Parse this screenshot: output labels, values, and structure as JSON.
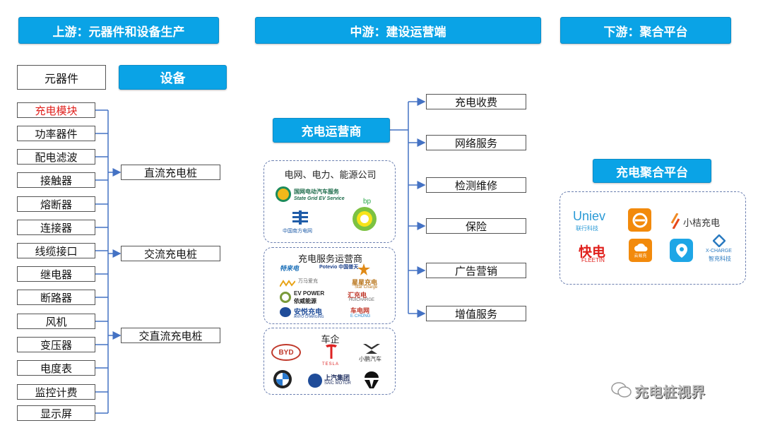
{
  "headers": {
    "upstream": "上游：元器件和设备生产",
    "midstream": "中游：建设运营端",
    "downstream": "下游：聚合平台"
  },
  "upstream": {
    "components_label": "元器件",
    "equipment_label": "设备",
    "components": [
      "充电模块",
      "功率器件",
      "配电滤波",
      "接触器",
      "熔断器",
      "连接器",
      "线缆接口",
      "继电器",
      "断路器",
      "风机",
      "变压器",
      "电度表",
      "监控计费",
      "显示屏"
    ],
    "highlight_color": "#e0201c",
    "equipment": [
      "直流充电桩",
      "交流充电桩",
      "交直流充电桩"
    ]
  },
  "midstream": {
    "operator_label": "充电运营商",
    "services": [
      "充电收费",
      "网络服务",
      "检测维修",
      "保险",
      "广告营销",
      "增值服务"
    ],
    "groups": [
      {
        "title": "电网、电力、能源公司",
        "logos": [
          "国网电动汽车服务",
          "State Grid EV Service",
          "中国南方电网",
          "bp"
        ]
      },
      {
        "title": "充电服务运营商",
        "logos": [
          "特来电",
          "Potevio 中国普天",
          "万马爱充",
          "星星充电",
          "Star Charge",
          "EV POWER",
          "依威能源",
          "汇充电",
          "HUICHARGE",
          "安悦充电",
          "ANYO CHARGING",
          "车电网",
          "E·CHONG"
        ]
      },
      {
        "title": "车企",
        "logos": [
          "BYD",
          "TESLA",
          "小鹏汽车",
          "上汽集团",
          "SAIC MOTOR"
        ]
      }
    ]
  },
  "downstream": {
    "platform_label": "充电聚合平台",
    "logos": [
      "Uniev",
      "联行科技",
      "小桔充电",
      "快电",
      "FLEETIN",
      "云易充",
      "X-CHARGE",
      "智充科技"
    ]
  },
  "watermark": "充电桩视界",
  "colors": {
    "accent": "#0aa3e6",
    "line": "#4472c4",
    "dashed_border": "#6b7fb0"
  }
}
